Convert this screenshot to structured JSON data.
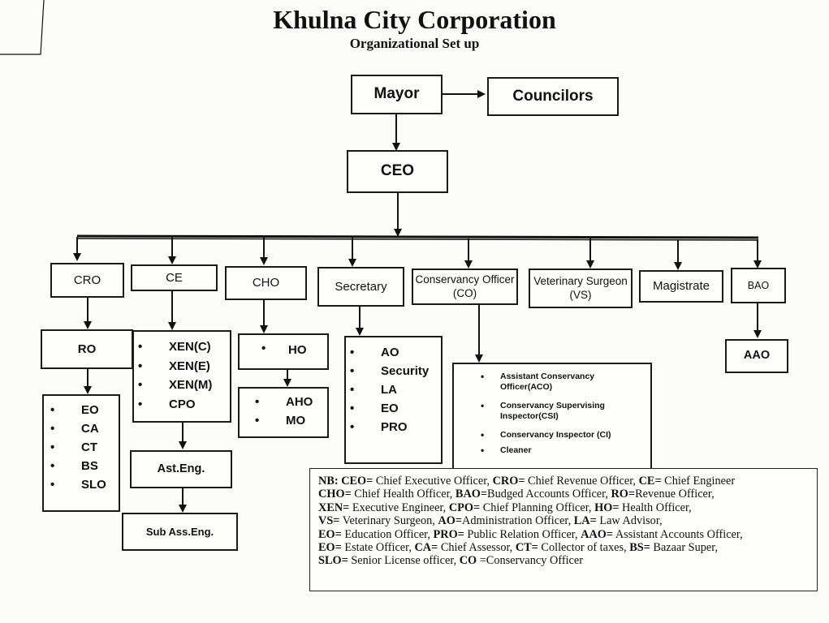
{
  "header": {
    "title": "Khulna City Corporation",
    "subtitle": "Organizational Set up"
  },
  "nodes": {
    "mayor": "Mayor",
    "councilors": "Councilors",
    "ceo": "CEO",
    "cro": "CRO",
    "ce": "CE",
    "cho": "CHO",
    "secretary": "Secretary",
    "co": "Conservancy Officer (CO)",
    "vs": "Veterinary Surgeon (VS)",
    "magistrate": "Magistrate",
    "bao": "BAO",
    "ro": "RO",
    "aao": "AAO",
    "ast_eng": "Ast.Eng.",
    "sub_ass_eng": "Sub Ass.Eng.",
    "ho": "HO"
  },
  "lists": {
    "ro_subs": [
      "EO",
      "CA",
      "CT",
      "BS",
      "SLO"
    ],
    "ce_subs": [
      "XEN(C)",
      "XEN(E)",
      "XEN(M)",
      "CPO"
    ],
    "ho_subs": [
      "AHO",
      "MO"
    ],
    "secretary_subs": [
      "AO",
      "Security",
      "LA",
      "EO",
      "PRO"
    ],
    "co_subs": [
      "Assistant Conservancy Officer(ACO)",
      "Conservancy Supervising Inspector(CSI)",
      "Conservancy Inspector (CI)",
      "Cleaner"
    ]
  },
  "bullet": "•",
  "note": {
    "lines": [
      [
        {
          "b": "NB: CEO="
        },
        {
          "t": " Chief Executive Officer, "
        },
        {
          "b": "CRO="
        },
        {
          "t": " Chief Revenue Officer, "
        },
        {
          "b": "CE="
        },
        {
          "t": " Chief Engineer"
        }
      ],
      [
        {
          "b": "CHO="
        },
        {
          "t": " Chief Health Officer, "
        },
        {
          "b": "BAO="
        },
        {
          "t": "Budged Accounts Officer, "
        },
        {
          "b": "RO="
        },
        {
          "t": "Revenue Officer,"
        }
      ],
      [
        {
          "b": "XEN="
        },
        {
          "t": " Executive Engineer, "
        },
        {
          "b": "CPO="
        },
        {
          "t": " Chief Planning Officer, "
        },
        {
          "b": "HO="
        },
        {
          "t": " Health Officer,"
        }
      ],
      [
        {
          "b": "VS="
        },
        {
          "t": " Veterinary Surgeon, "
        },
        {
          "b": "AO="
        },
        {
          "t": "Administration Officer, "
        },
        {
          "b": "LA="
        },
        {
          "t": " Law Advisor,"
        }
      ],
      [
        {
          "b": "EO="
        },
        {
          "t": " Education Officer, "
        },
        {
          "b": "PRO="
        },
        {
          "t": " Public Relation Officer, "
        },
        {
          "b": "AAO="
        },
        {
          "t": " Assistant Accounts Officer,"
        }
      ],
      [
        {
          "b": "EO="
        },
        {
          "t": " Estate Officer, "
        },
        {
          "b": "CA="
        },
        {
          "t": " Chief Assessor, "
        },
        {
          "b": "CT="
        },
        {
          "t": " Collector of taxes, "
        },
        {
          "b": "BS="
        },
        {
          "t": " Bazaar Super,"
        }
      ],
      [
        {
          "b": "SLO="
        },
        {
          "t": " Senior License officer, "
        },
        {
          "b": "CO"
        },
        {
          "t": " =Conservancy Officer"
        }
      ]
    ]
  }
}
